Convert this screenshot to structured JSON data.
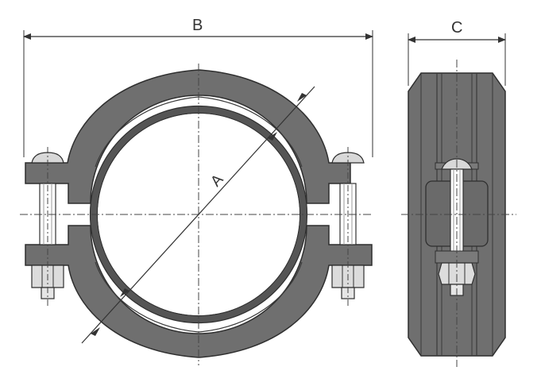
{
  "labels": {
    "b": "B",
    "c": "C",
    "a": "A"
  },
  "colors": {
    "body": "#6f6f6f",
    "body_dark": "#555555",
    "outline": "#2f2f2f",
    "gasket": "#8a8a8a",
    "bolt": "#e6e6e6",
    "line": "#333333",
    "background": "#ffffff"
  },
  "icons": {
    "bolt_head": "bolt-head-icon",
    "nut": "hex-nut-icon"
  }
}
